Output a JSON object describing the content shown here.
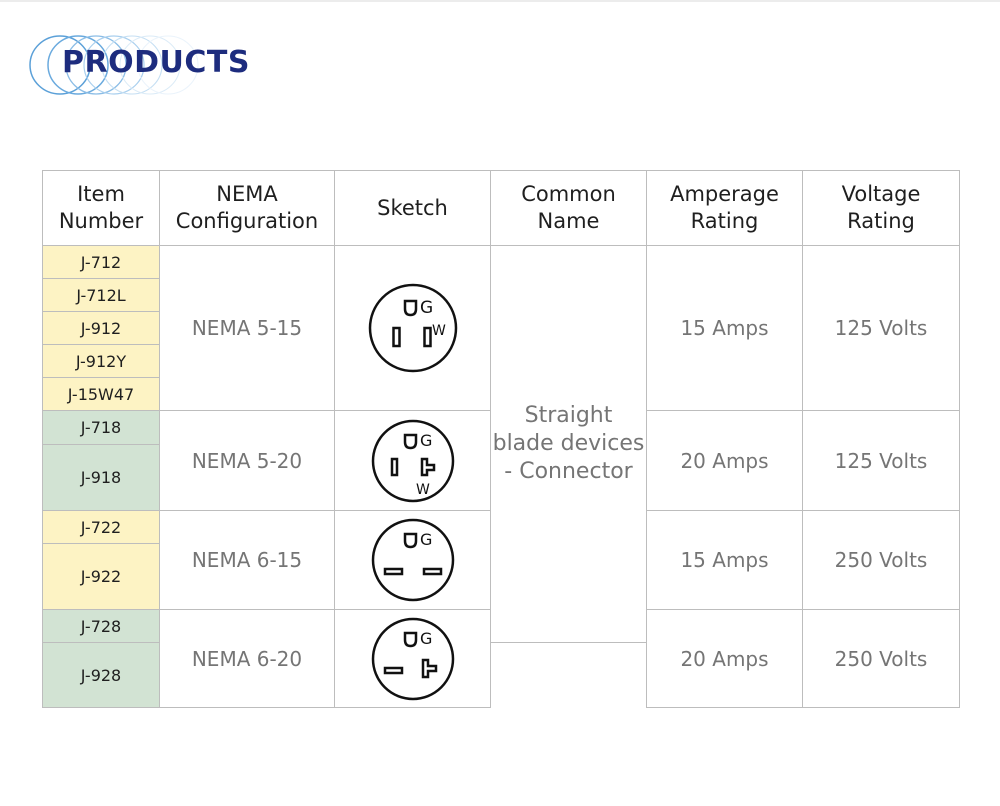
{
  "page": {
    "title": "PRODUCTS"
  },
  "table": {
    "headers": {
      "item_line1": "Item",
      "item_line2": "Number",
      "nema_line1": "NEMA",
      "nema_line2": "Configuration",
      "sketch": "Sketch",
      "common_line1": "Common",
      "common_line2": "Name",
      "amp_line1": "Amperage",
      "amp_line2": "Rating",
      "volt_line1": "Voltage",
      "volt_line2": "Rating"
    },
    "groups": [
      {
        "nema": "NEMA 5-15",
        "sketch_labels": {
          "ground": "G",
          "white": "W"
        },
        "amps": "15 Amps",
        "volts": "125 Volts",
        "items": [
          "J-712",
          "J-712L",
          "J-912",
          "J-912Y",
          "J-15W47"
        ]
      },
      {
        "nema": "NEMA 5-20",
        "sketch_labels": {
          "ground": "G",
          "white": "W"
        },
        "amps": "20 Amps",
        "volts": "125 Volts",
        "items": [
          "J-718",
          "J-918"
        ]
      },
      {
        "nema": "NEMA 6-15",
        "sketch_labels": {
          "ground": "G"
        },
        "amps": "15 Amps",
        "volts": "250 Volts",
        "items": [
          "J-722",
          "J-922"
        ]
      },
      {
        "nema": "NEMA 6-20",
        "sketch_labels": {
          "ground": "G"
        },
        "amps": "20 Amps",
        "volts": "250 Volts",
        "items": [
          "J-728",
          "J-928"
        ]
      }
    ],
    "common_name": {
      "line1": "Straight",
      "line2": "blade devices",
      "line3": "- Connector"
    }
  },
  "colors": {
    "title": "#1d2c7e",
    "item_yellow": "#fdf3c4",
    "item_green": "#d2e3d3",
    "border": "#bdbdbd",
    "value_text": "#757575"
  }
}
